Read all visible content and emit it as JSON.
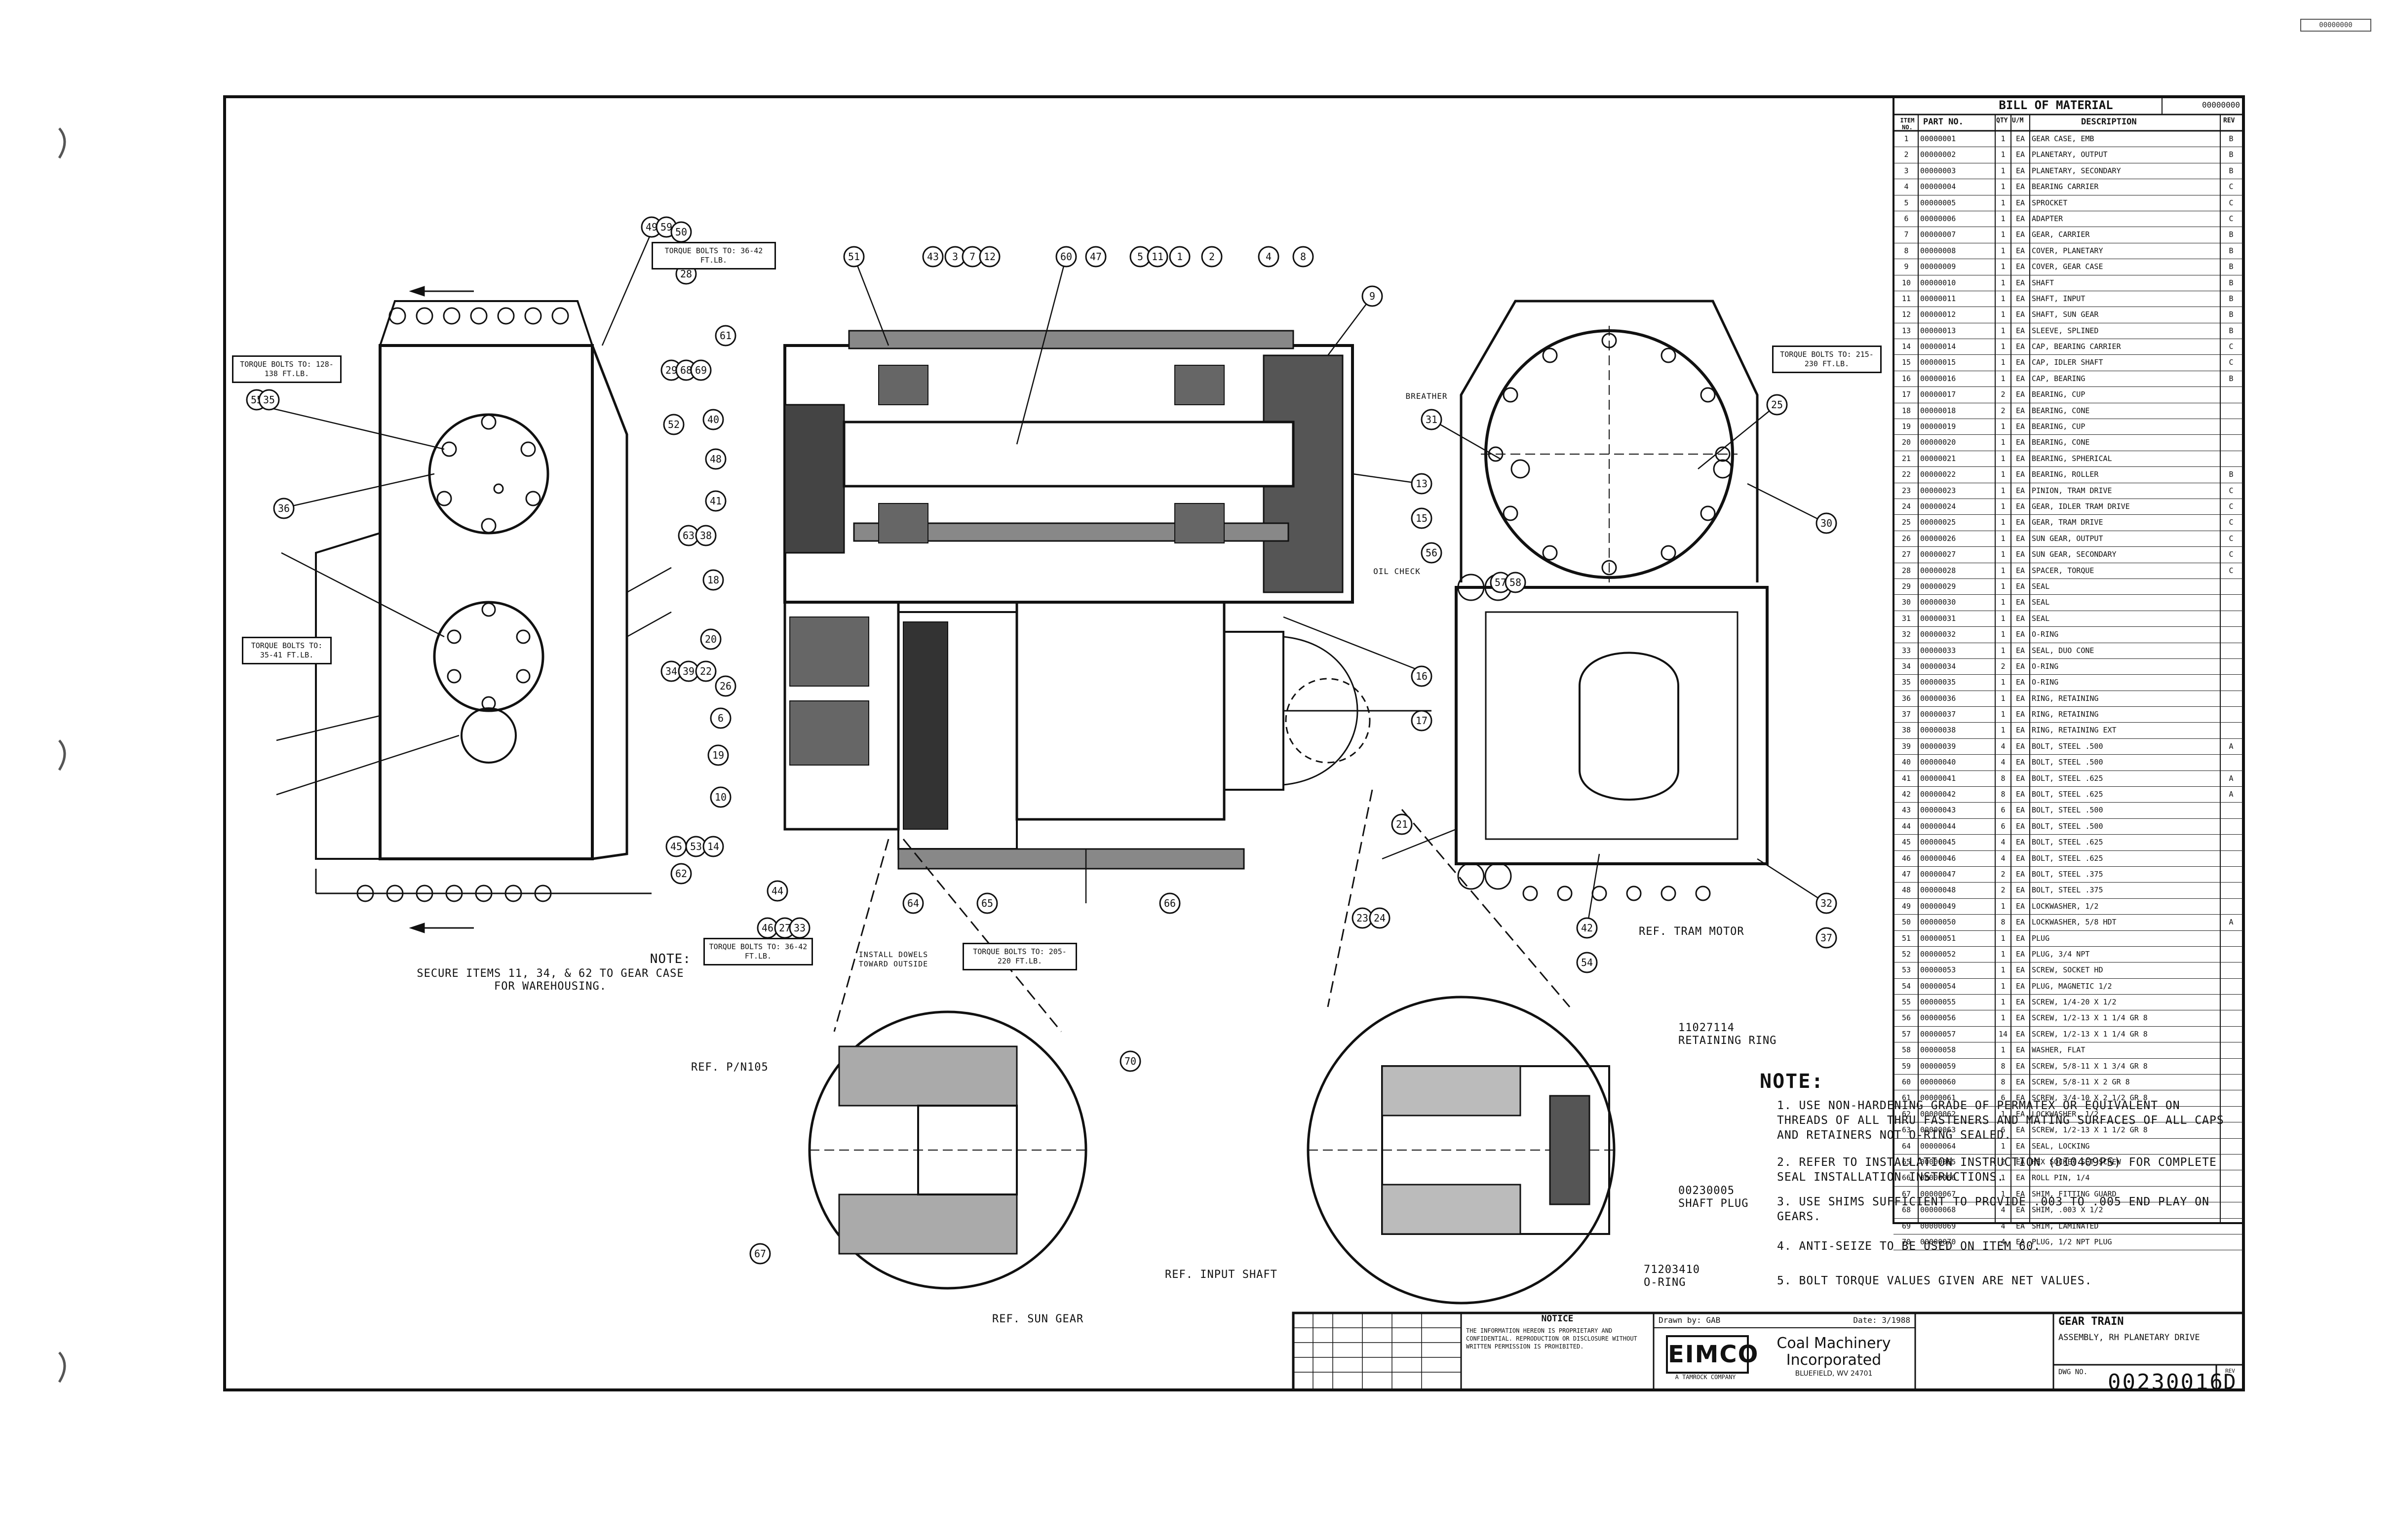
{
  "stamp": "00000000",
  "bom": {
    "title": "BILL OF MATERIAL",
    "ref": "00000000",
    "headers": [
      "ITEM NO.",
      "PART NO.",
      "QTY",
      "U/M",
      "DESCRIPTION",
      "REV"
    ],
    "rows": [
      {
        "item": "1",
        "part": "00000001",
        "qty": "1",
        "um": "EA",
        "desc": "GEAR CASE, EMB",
        "rev": "B"
      },
      {
        "item": "2",
        "part": "00000002",
        "qty": "1",
        "um": "EA",
        "desc": "PLANETARY, OUTPUT",
        "rev": "B"
      },
      {
        "item": "3",
        "part": "00000003",
        "qty": "1",
        "um": "EA",
        "desc": "PLANETARY, SECONDARY",
        "rev": "B"
      },
      {
        "item": "4",
        "part": "00000004",
        "qty": "1",
        "um": "EA",
        "desc": "BEARING CARRIER",
        "rev": "C"
      },
      {
        "item": "5",
        "part": "00000005",
        "qty": "1",
        "um": "EA",
        "desc": "SPROCKET",
        "rev": "C"
      },
      {
        "item": "6",
        "part": "00000006",
        "qty": "1",
        "um": "EA",
        "desc": "ADAPTER",
        "rev": "C"
      },
      {
        "item": "7",
        "part": "00000007",
        "qty": "1",
        "um": "EA",
        "desc": "GEAR, CARRIER",
        "rev": "B"
      },
      {
        "item": "8",
        "part": "00000008",
        "qty": "1",
        "um": "EA",
        "desc": "COVER, PLANETARY",
        "rev": "B"
      },
      {
        "item": "9",
        "part": "00000009",
        "qty": "1",
        "um": "EA",
        "desc": "COVER, GEAR CASE",
        "rev": "B"
      },
      {
        "item": "10",
        "part": "00000010",
        "qty": "1",
        "um": "EA",
        "desc": "SHAFT",
        "rev": "B"
      },
      {
        "item": "11",
        "part": "00000011",
        "qty": "1",
        "um": "EA",
        "desc": "SHAFT, INPUT",
        "rev": "B"
      },
      {
        "item": "12",
        "part": "00000012",
        "qty": "1",
        "um": "EA",
        "desc": "SHAFT, SUN GEAR",
        "rev": "B"
      },
      {
        "item": "13",
        "part": "00000013",
        "qty": "1",
        "um": "EA",
        "desc": "SLEEVE, SPLINED",
        "rev": "B"
      },
      {
        "item": "14",
        "part": "00000014",
        "qty": "1",
        "um": "EA",
        "desc": "CAP, BEARING CARRIER",
        "rev": "C"
      },
      {
        "item": "15",
        "part": "00000015",
        "qty": "1",
        "um": "EA",
        "desc": "CAP, IDLER SHAFT",
        "rev": "C"
      },
      {
        "item": "16",
        "part": "00000016",
        "qty": "1",
        "um": "EA",
        "desc": "CAP, BEARING",
        "rev": "B"
      },
      {
        "item": "17",
        "part": "00000017",
        "qty": "2",
        "um": "EA",
        "desc": "BEARING, CUP",
        "rev": ""
      },
      {
        "item": "18",
        "part": "00000018",
        "qty": "2",
        "um": "EA",
        "desc": "BEARING, CONE",
        "rev": ""
      },
      {
        "item": "19",
        "part": "00000019",
        "qty": "1",
        "um": "EA",
        "desc": "BEARING, CUP",
        "rev": ""
      },
      {
        "item": "20",
        "part": "00000020",
        "qty": "1",
        "um": "EA",
        "desc": "BEARING, CONE",
        "rev": ""
      },
      {
        "item": "21",
        "part": "00000021",
        "qty": "1",
        "um": "EA",
        "desc": "BEARING, SPHERICAL",
        "rev": ""
      },
      {
        "item": "22",
        "part": "00000022",
        "qty": "1",
        "um": "EA",
        "desc": "BEARING, ROLLER",
        "rev": "B"
      },
      {
        "item": "23",
        "part": "00000023",
        "qty": "1",
        "um": "EA",
        "desc": "PINION, TRAM DRIVE",
        "rev": "C"
      },
      {
        "item": "24",
        "part": "00000024",
        "qty": "1",
        "um": "EA",
        "desc": "GEAR, IDLER TRAM DRIVE",
        "rev": "C"
      },
      {
        "item": "25",
        "part": "00000025",
        "qty": "1",
        "um": "EA",
        "desc": "GEAR, TRAM DRIVE",
        "rev": "C"
      },
      {
        "item": "26",
        "part": "00000026",
        "qty": "1",
        "um": "EA",
        "desc": "SUN GEAR, OUTPUT",
        "rev": "C"
      },
      {
        "item": "27",
        "part": "00000027",
        "qty": "1",
        "um": "EA",
        "desc": "SUN GEAR, SECONDARY",
        "rev": "C"
      },
      {
        "item": "28",
        "part": "00000028",
        "qty": "1",
        "um": "EA",
        "desc": "SPACER, TORQUE",
        "rev": "C"
      },
      {
        "item": "29",
        "part": "00000029",
        "qty": "1",
        "um": "EA",
        "desc": "SEAL",
        "rev": ""
      },
      {
        "item": "30",
        "part": "00000030",
        "qty": "1",
        "um": "EA",
        "desc": "SEAL",
        "rev": ""
      },
      {
        "item": "31",
        "part": "00000031",
        "qty": "1",
        "um": "EA",
        "desc": "SEAL",
        "rev": ""
      },
      {
        "item": "32",
        "part": "00000032",
        "qty": "1",
        "um": "EA",
        "desc": "O-RING",
        "rev": ""
      },
      {
        "item": "33",
        "part": "00000033",
        "qty": "1",
        "um": "EA",
        "desc": "SEAL, DUO CONE",
        "rev": ""
      },
      {
        "item": "34",
        "part": "00000034",
        "qty": "2",
        "um": "EA",
        "desc": "O-RING",
        "rev": ""
      },
      {
        "item": "35",
        "part": "00000035",
        "qty": "1",
        "um": "EA",
        "desc": "O-RING",
        "rev": ""
      },
      {
        "item": "36",
        "part": "00000036",
        "qty": "1",
        "um": "EA",
        "desc": "RING, RETAINING",
        "rev": ""
      },
      {
        "item": "37",
        "part": "00000037",
        "qty": "1",
        "um": "EA",
        "desc": "RING, RETAINING",
        "rev": ""
      },
      {
        "item": "38",
        "part": "00000038",
        "qty": "1",
        "um": "EA",
        "desc": "RING, RETAINING EXT",
        "rev": ""
      },
      {
        "item": "39",
        "part": "00000039",
        "qty": "4",
        "um": "EA",
        "desc": "BOLT, STEEL .500",
        "rev": "A"
      },
      {
        "item": "40",
        "part": "00000040",
        "qty": "4",
        "um": "EA",
        "desc": "BOLT, STEEL .500",
        "rev": ""
      },
      {
        "item": "41",
        "part": "00000041",
        "qty": "8",
        "um": "EA",
        "desc": "BOLT, STEEL .625",
        "rev": "A"
      },
      {
        "item": "42",
        "part": "00000042",
        "qty": "8",
        "um": "EA",
        "desc": "BOLT, STEEL .625",
        "rev": "A"
      },
      {
        "item": "43",
        "part": "00000043",
        "qty": "6",
        "um": "EA",
        "desc": "BOLT, STEEL .500",
        "rev": ""
      },
      {
        "item": "44",
        "part": "00000044",
        "qty": "6",
        "um": "EA",
        "desc": "BOLT, STEEL .500",
        "rev": ""
      },
      {
        "item": "45",
        "part": "00000045",
        "qty": "4",
        "um": "EA",
        "desc": "BOLT, STEEL .625",
        "rev": ""
      },
      {
        "item": "46",
        "part": "00000046",
        "qty": "4",
        "um": "EA",
        "desc": "BOLT, STEEL .625",
        "rev": ""
      },
      {
        "item": "47",
        "part": "00000047",
        "qty": "2",
        "um": "EA",
        "desc": "BOLT, STEEL .375",
        "rev": ""
      },
      {
        "item": "48",
        "part": "00000048",
        "qty": "2",
        "um": "EA",
        "desc": "BOLT, STEEL .375",
        "rev": ""
      },
      {
        "item": "49",
        "part": "00000049",
        "qty": "1",
        "um": "EA",
        "desc": "LOCKWASHER, 1/2",
        "rev": ""
      },
      {
        "item": "50",
        "part": "00000050",
        "qty": "8",
        "um": "EA",
        "desc": "LOCKWASHER, 5/8 HDT",
        "rev": "A"
      },
      {
        "item": "51",
        "part": "00000051",
        "qty": "1",
        "um": "EA",
        "desc": "PLUG",
        "rev": ""
      },
      {
        "item": "52",
        "part": "00000052",
        "qty": "1",
        "um": "EA",
        "desc": "PLUG, 3/4 NPT",
        "rev": ""
      },
      {
        "item": "53",
        "part": "00000053",
        "qty": "1",
        "um": "EA",
        "desc": "SCREW, SOCKET HD",
        "rev": ""
      },
      {
        "item": "54",
        "part": "00000054",
        "qty": "1",
        "um": "EA",
        "desc": "PLUG, MAGNETIC 1/2",
        "rev": ""
      },
      {
        "item": "55",
        "part": "00000055",
        "qty": "1",
        "um": "EA",
        "desc": "SCREW, 1/4-20 X 1/2",
        "rev": ""
      },
      {
        "item": "56",
        "part": "00000056",
        "qty": "1",
        "um": "EA",
        "desc": "SCREW, 1/2-13 X 1 1/4 GR 8",
        "rev": ""
      },
      {
        "item": "57",
        "part": "00000057",
        "qty": "14",
        "um": "EA",
        "desc": "SCREW, 1/2-13 X 1 1/4 GR 8",
        "rev": ""
      },
      {
        "item": "58",
        "part": "00000058",
        "qty": "1",
        "um": "EA",
        "desc": "WASHER, FLAT",
        "rev": ""
      },
      {
        "item": "59",
        "part": "00000059",
        "qty": "8",
        "um": "EA",
        "desc": "SCREW, 5/8-11 X 1 3/4 GR 8",
        "rev": ""
      },
      {
        "item": "60",
        "part": "00000060",
        "qty": "8",
        "um": "EA",
        "desc": "SCREW, 5/8-11 X 2 GR 8",
        "rev": ""
      },
      {
        "item": "61",
        "part": "00000061",
        "qty": "6",
        "um": "EA",
        "desc": "SCREW, 3/4-10 X 2 1/2 GR 8",
        "rev": ""
      },
      {
        "item": "62",
        "part": "00000062",
        "qty": "1",
        "um": "EA",
        "desc": "LOCKWASHER, 1/2",
        "rev": ""
      },
      {
        "item": "63",
        "part": "00000063",
        "qty": "6",
        "um": "EA",
        "desc": "SCREW, 1/2-13 X 1 1/2 GR 8",
        "rev": ""
      },
      {
        "item": "64",
        "part": "00000064",
        "qty": "1",
        "um": "EA",
        "desc": "SEAL, LOCKING",
        "rev": ""
      },
      {
        "item": "65",
        "part": "00000065",
        "qty": "2",
        "um": "EA",
        "desc": "HEX SOCKET SET SCREW",
        "rev": ""
      },
      {
        "item": "66",
        "part": "00000066",
        "qty": "1",
        "um": "EA",
        "desc": "ROLL PIN, 1/4",
        "rev": ""
      },
      {
        "item": "67",
        "part": "00000067",
        "qty": "1",
        "um": "EA",
        "desc": "SHIM, FITTING GUARD",
        "rev": ""
      },
      {
        "item": "68",
        "part": "00000068",
        "qty": "4",
        "um": "EA",
        "desc": "SHIM, .003 X 1/2",
        "rev": ""
      },
      {
        "item": "69",
        "part": "00000069",
        "qty": "4",
        "um": "EA",
        "desc": "SHIM, LAMINATED",
        "rev": ""
      },
      {
        "item": "70",
        "part": "00000070",
        "qty": "4",
        "um": "EA",
        "desc": "PLUG, 1/2 NPT PLUG",
        "rev": ""
      }
    ]
  },
  "views": {
    "left_note_title": "NOTE:",
    "left_note_text": "SECURE ITEMS 11, 34, & 62 TO GEAR CASE FOR WAREHOUSING.",
    "torque_boxes": [
      {
        "id": "t1",
        "text": "TORQUE BOLTS TO: 36-42 FT.LB."
      },
      {
        "id": "t2",
        "text": "TORQUE BOLTS TO: 128-138 FT.LB."
      },
      {
        "id": "t3",
        "text": "TORQUE BOLTS TO: 35-41 FT.LB."
      },
      {
        "id": "t4",
        "text": "TORQUE BOLTS TO: 36-42 FT.LB."
      },
      {
        "id": "t5",
        "text": "INSTALL DOWELS TOWARD OUTSIDE"
      },
      {
        "id": "t6",
        "text": "TORQUE BOLTS TO: 205-220 FT.LB."
      },
      {
        "id": "t7",
        "text": "TORQUE BOLTS TO: 215-230 FT.LB."
      }
    ],
    "breather_label": "BREATHER",
    "oil_check_label": "OIL CHECK",
    "tram_motor_label": "REF. TRAM MOTOR",
    "detail_left_ref": "REF. P/N105",
    "detail_sun_gear": "REF. SUN GEAR",
    "detail_input_shaft": "REF. INPUT SHAFT",
    "retaining_ring_partno": "11027114",
    "retaining_ring_label": "RETAINING RING",
    "shaft_plug_partno": "00230005",
    "shaft_plug_label": "SHAFT PLUG",
    "oring_partno": "71203410",
    "oring_label": "O-RING",
    "callouts": [
      "49",
      "59",
      "55",
      "35",
      "36",
      "52",
      "50",
      "28",
      "61",
      "29",
      "68",
      "69",
      "40",
      "48",
      "41",
      "63",
      "38",
      "18",
      "20",
      "26",
      "34",
      "39",
      "22",
      "6",
      "19",
      "10",
      "45",
      "53",
      "14",
      "44",
      "46",
      "27",
      "33",
      "51",
      "43",
      "3",
      "7",
      "12",
      "60",
      "47",
      "5",
      "11",
      "1",
      "2",
      "4",
      "8",
      "9",
      "13",
      "15",
      "16",
      "17",
      "21",
      "23",
      "24",
      "25",
      "30",
      "31",
      "32",
      "37",
      "42",
      "54",
      "56",
      "57",
      "58",
      "62",
      "64",
      "65",
      "66",
      "67",
      "70"
    ]
  },
  "notes": {
    "heading": "NOTE:",
    "items": [
      "1. USE NON-HARDENING GRADE OF PERMATEX OR EQUIVALENT ON THREADS OF ALL THRU FASTENERS AND MATING SURFACES OF ALL CAPS AND RETAINERS NOT O-RING SEALED.",
      "2. REFER TO INSTALLATION INSTRUCTION (DI0409PS) FOR COMPLETE SEAL INSTALLATION INSTRUCTIONS.",
      "3. USE SHIMS SUFFICIENT TO PROVIDE .003 TO .005 END PLAY ON GEARS.",
      "4. ANTI-SEIZE TO BE USED ON ITEM 60.",
      "5. BOLT TORQUE VALUES GIVEN ARE NET VALUES."
    ]
  },
  "title_block": {
    "notice_title": "NOTICE",
    "notice_text": "THE INFORMATION HEREON IS PROPRIETARY AND CONFIDENTIAL. REPRODUCTION OR DISCLOSURE WITHOUT WRITTEN PERMISSION IS PROHIBITED.",
    "drawn_by": "Drawn by: GAB",
    "date": "Date: 3/1988",
    "logo": "EIMCO",
    "logo_sub": "A TAMROCK COMPANY",
    "company_line1": "Coal Machinery",
    "company_line2": "Incorporated",
    "company_line3": "BLUEFIELD, WV 24701",
    "drawing_title1": "GEAR TRAIN",
    "drawing_title2": "ASSEMBLY, RH PLANETARY DRIVE",
    "dwg_no_label": "DWG NO.",
    "dwg_no": "00230016",
    "rev_label": "REV",
    "rev": "D"
  }
}
